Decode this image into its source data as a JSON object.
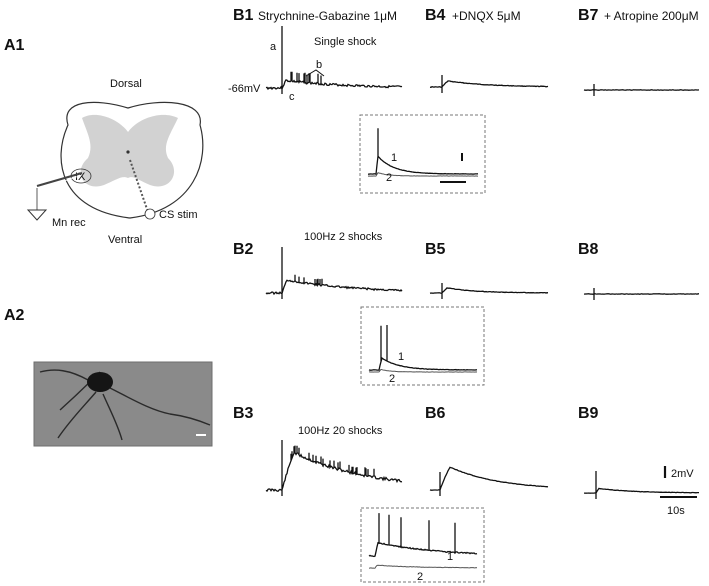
{
  "panels": {
    "A1": "A1",
    "A2": "A2",
    "B1": "B1",
    "B2": "B2",
    "B3": "B3",
    "B4": "B4",
    "B5": "B5",
    "B6": "B6",
    "B7": "B7",
    "B8": "B8",
    "B9": "B9"
  },
  "conditions": {
    "b1": "Strychnine-Gabazine 1μM",
    "b4": "+DNQX 5μM",
    "b7": "+ Atropine 200μM"
  },
  "stim_labels": {
    "b1": "Single shock",
    "b2": "100Hz 2 shocks",
    "b3": "100Hz 20 shocks"
  },
  "trace_marks": {
    "a": "a",
    "b": "b",
    "c": "c",
    "membrane": "-66mV"
  },
  "schematic": {
    "dorsal": "Dorsal",
    "ventral": "Ventral",
    "lamina": "IX",
    "mn_rec": "Mn rec",
    "cs_stim": "CS stim"
  },
  "inset_marks": {
    "one": "1",
    "two": "2"
  },
  "scale": {
    "voltage": "2mV",
    "time": "10s"
  }
}
